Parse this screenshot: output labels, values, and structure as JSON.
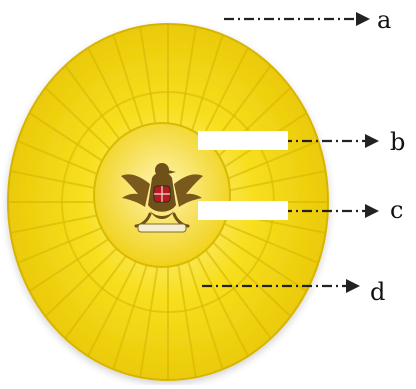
{
  "figure": {
    "emblem": "garuda-emblem",
    "colors": {
      "rosette_outer": "#f4d400",
      "rosette_inner": "#f7df1e",
      "rosette_edge": "#d7b400",
      "petal_line": "#d6b400",
      "center_disc": "#f3d612",
      "center_disc_edge": "#d9bb00",
      "garuda_body": "#7a5a1c",
      "garuda_accent": "#b81b1b",
      "arrow": "#222222"
    }
  },
  "callouts": [
    {
      "id": "a",
      "label": "a"
    },
    {
      "id": "b",
      "label": "b"
    },
    {
      "id": "c",
      "label": "c"
    },
    {
      "id": "d",
      "label": "d"
    }
  ]
}
